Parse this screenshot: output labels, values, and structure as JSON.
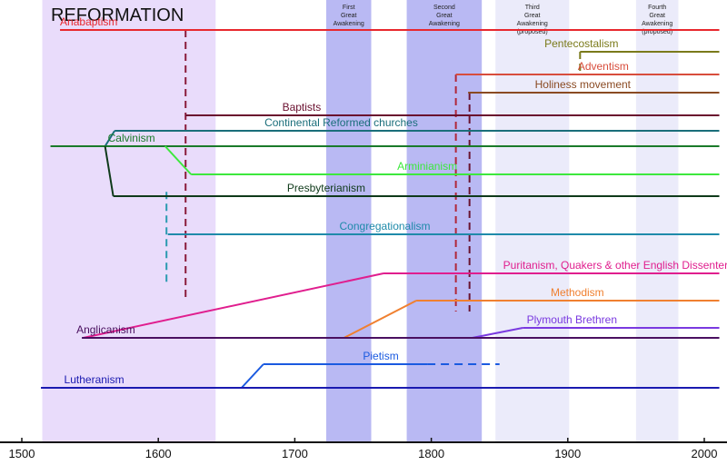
{
  "title": "REFORMATION",
  "axis": {
    "ticks": [
      1500,
      1600,
      1700,
      1800,
      1900,
      2000
    ]
  },
  "periods": [
    {
      "id": "reformation",
      "start": 1515,
      "end": 1642,
      "color": "#e9dcfb",
      "lines": []
    },
    {
      "id": "first-awakening",
      "start": 1723,
      "end": 1756,
      "color": "#b9b9f3",
      "lines": [
        "First",
        "Great",
        "Awakening"
      ]
    },
    {
      "id": "second-awakening",
      "start": 1782,
      "end": 1837,
      "color": "#b9b9f3",
      "lines": [
        "Second",
        "Great",
        "Awakening"
      ]
    },
    {
      "id": "third-awakening",
      "start": 1847,
      "end": 1901,
      "color": "#ebebfa",
      "lines": [
        "Third",
        "Great",
        "Awakening",
        "(proposed)"
      ]
    },
    {
      "id": "fourth-awakening",
      "start": 1950,
      "end": 1981,
      "color": "#ebebfa",
      "lines": [
        "Fourth",
        "Great",
        "Awakening",
        "(proposed)"
      ]
    }
  ],
  "movements": [
    {
      "id": "anabaptism",
      "label": "Anabaptism",
      "color": "#e8282e",
      "label_year": 1528,
      "label_anchor": "start",
      "points": [
        [
          1528,
          1,
          0
        ],
        [
          2011,
          1,
          0
        ]
      ]
    },
    {
      "id": "pentecostalism",
      "label": "Pentecostalism",
      "color": "#7a7a1a",
      "label_year": 1910,
      "label_anchor": "middle",
      "points": [
        [
          1909,
          2,
          0
        ],
        [
          2011,
          2,
          0
        ]
      ]
    },
    {
      "id": "adventism",
      "label": "Adventism",
      "color": "#d84d3c",
      "label_year": 1926,
      "label_anchor": "middle",
      "points": [
        [
          1818,
          3,
          0
        ],
        [
          2011,
          3,
          0
        ]
      ]
    },
    {
      "id": "holiness",
      "label": "Holiness movement",
      "color": "#8a4a22",
      "label_year": 1911,
      "label_anchor": "middle",
      "points": [
        [
          1827,
          4,
          0
        ],
        [
          2011,
          4,
          0
        ]
      ]
    },
    {
      "id": "baptists",
      "label": "Baptists",
      "color": "#6a0f2e",
      "label_year": 1705,
      "label_anchor": "middle",
      "points": [
        [
          1620,
          5,
          0
        ],
        [
          2011,
          5,
          0
        ]
      ]
    },
    {
      "id": "continental",
      "label": "Continental Reformed churches",
      "color": "#1a6e7a",
      "label_year": 1734,
      "label_anchor": "middle",
      "points": [
        [
          1561,
          7,
          0
        ],
        [
          1568,
          6,
          0
        ],
        [
          2011,
          6,
          0
        ]
      ]
    },
    {
      "id": "calvinism",
      "label": "Calvinism",
      "color": "#1a7a2a",
      "label_year": 1563,
      "label_anchor": "start",
      "points": [
        [
          1521,
          7,
          0
        ],
        [
          2011,
          7,
          0
        ]
      ]
    },
    {
      "id": "arminianism",
      "label": "Arminianism",
      "color": "#3de83d",
      "label_year": 1797,
      "label_anchor": "middle",
      "points": [
        [
          1605,
          7,
          0
        ],
        [
          1624,
          8,
          0
        ],
        [
          2011,
          8,
          0
        ]
      ]
    },
    {
      "id": "presbyterianism",
      "label": "Presbyterianism",
      "color": "#0f3a1a",
      "label_year": 1723,
      "label_anchor": "middle",
      "points": [
        [
          1561,
          7,
          0
        ],
        [
          1567,
          9,
          0
        ],
        [
          2011,
          9,
          0
        ]
      ]
    },
    {
      "id": "congregationalism",
      "label": "Congregationalism",
      "color": "#1f8aaa",
      "label_year": 1766,
      "label_anchor": "middle",
      "points": [
        [
          1607,
          10,
          0
        ],
        [
          2011,
          10,
          0
        ]
      ]
    },
    {
      "id": "puritanism",
      "label": "Puritanism, Quakers & other English Dissenters",
      "color": "#e01e8e",
      "label_year": 1937,
      "label_anchor": "middle",
      "points": [
        [
          1545,
          14,
          0
        ],
        [
          1765,
          11,
          0
        ],
        [
          2011,
          11,
          0
        ]
      ]
    },
    {
      "id": "methodism",
      "label": "Methodism",
      "color": "#f08030",
      "label_year": 1907,
      "label_anchor": "middle",
      "points": [
        [
          1736,
          14,
          0
        ],
        [
          1789,
          12,
          0
        ],
        [
          2011,
          12,
          0
        ]
      ]
    },
    {
      "id": "plymouth",
      "label": "Plymouth Brethren",
      "color": "#7a3ae0",
      "label_year": 1903,
      "label_anchor": "middle",
      "points": [
        [
          1830,
          14,
          0
        ],
        [
          1867,
          13,
          0
        ],
        [
          2011,
          13,
          0
        ]
      ]
    },
    {
      "id": "anglicanism",
      "label": "Anglicanism",
      "color": "#4a1060",
      "label_year": 1540,
      "label_anchor": "start",
      "points": [
        [
          1544,
          14,
          0
        ],
        [
          2011,
          14,
          0
        ]
      ]
    },
    {
      "id": "pietism",
      "label": "Pietism",
      "color": "#1a5ae0",
      "label_year": 1763,
      "label_anchor": "middle",
      "points": [
        [
          1661,
          16,
          0
        ],
        [
          1677,
          15,
          0
        ],
        [
          1797,
          15,
          0
        ],
        [
          1850,
          15,
          1
        ]
      ]
    },
    {
      "id": "lutheranism",
      "label": "Lutheranism",
      "color": "#1a1ab0",
      "label_year": 1531,
      "label_anchor": "start",
      "points": [
        [
          1514,
          16,
          0
        ],
        [
          2011,
          16,
          0
        ]
      ]
    }
  ],
  "dashed_links": [
    {
      "id": "anabaptism-baptists-link",
      "color": "#8a1a3a",
      "year": 1620,
      "from_row": 1,
      "to_row": 12
    },
    {
      "id": "congregationalism-link",
      "color": "#2a9ab0",
      "year": 1606,
      "from_row": 8.8,
      "to_row": 11.4
    },
    {
      "id": "adventism-link",
      "color": "#b0283a",
      "year": 1818,
      "from_row": 3,
      "to_row": 12.4
    },
    {
      "id": "holiness-link",
      "color": "#6a1430",
      "year": 1828,
      "from_row": 4,
      "to_row": 12.4
    },
    {
      "id": "pentecostalism-link",
      "color": "#7a7a1a",
      "year": 1909,
      "from_row": 2,
      "to_row": 2.9
    }
  ]
}
